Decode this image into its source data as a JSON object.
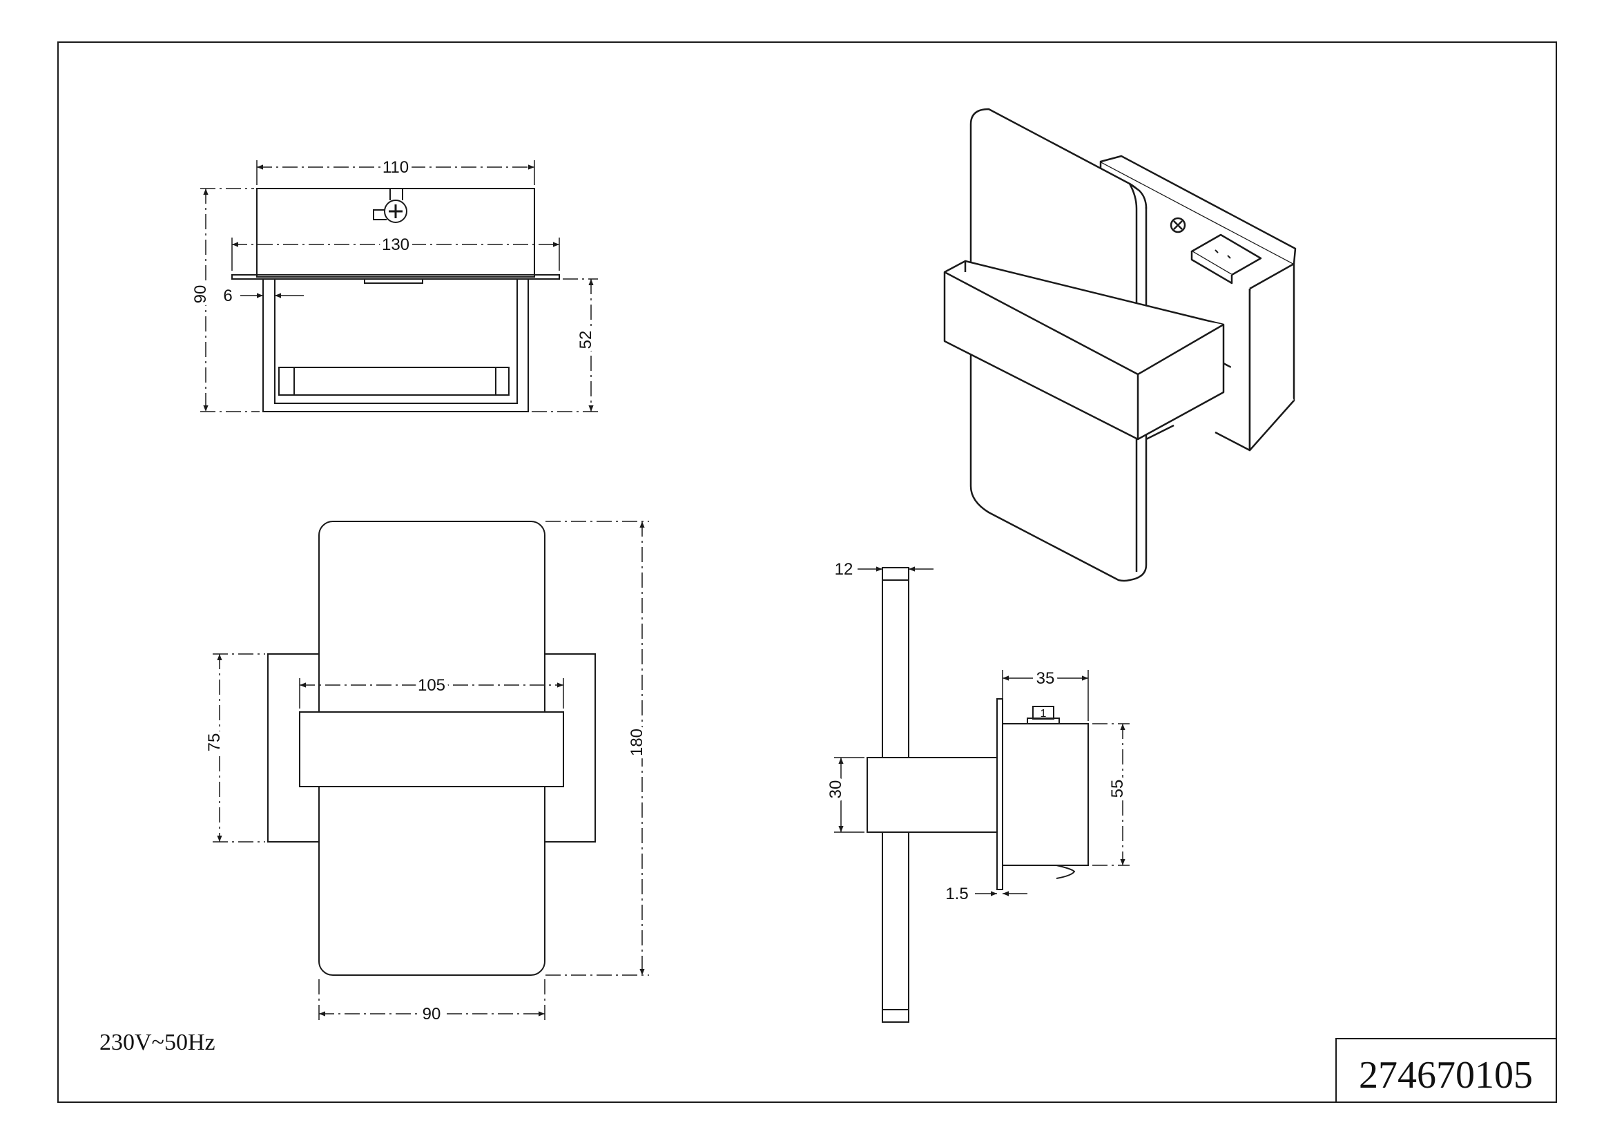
{
  "drawing": {
    "voltage": "230V~50Hz",
    "article_number": "274670105"
  },
  "top_view": {
    "width_110": "110",
    "width_130": "130",
    "depth_6": "6",
    "height_90": "90",
    "height_52": "52"
  },
  "front_view": {
    "width_105": "105",
    "width_90": "90",
    "height_75": "75",
    "height_180": "180"
  },
  "side_view": {
    "thickness_12": "12",
    "depth_35": "35",
    "height_30": "30",
    "height_55": "55",
    "plate_1_5": "1.5",
    "switch_label": "1"
  },
  "colors": {
    "line": "#1a1a1a",
    "paper": "#ffffff"
  }
}
